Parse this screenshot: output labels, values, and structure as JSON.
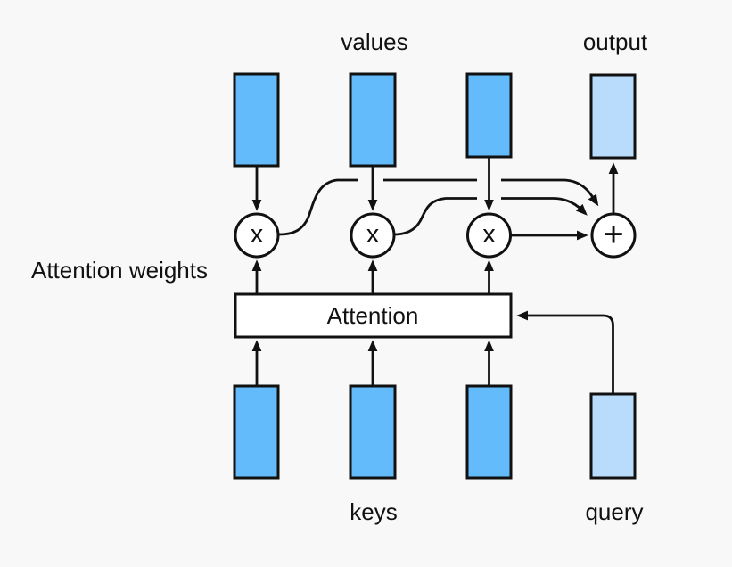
{
  "diagram": {
    "title": "attention-pooling-diagram",
    "labels": {
      "values": "values",
      "output": "output",
      "keys": "keys",
      "query": "query",
      "attention_box": "Attention",
      "attention_weights": "Attention weights"
    },
    "operators": {
      "multiply": "x",
      "add": "+"
    },
    "structure": {
      "num_value_vectors": 3,
      "num_key_vectors": 3,
      "num_multiply_nodes": 3,
      "num_add_nodes": 1
    },
    "colors": {
      "background": "#f8f8f8",
      "value_key_fill": "#63bbfc",
      "output_query_fill": "#b9dcfc",
      "node_fill": "#ffffff",
      "line": "#111111",
      "text": "#111111"
    }
  }
}
